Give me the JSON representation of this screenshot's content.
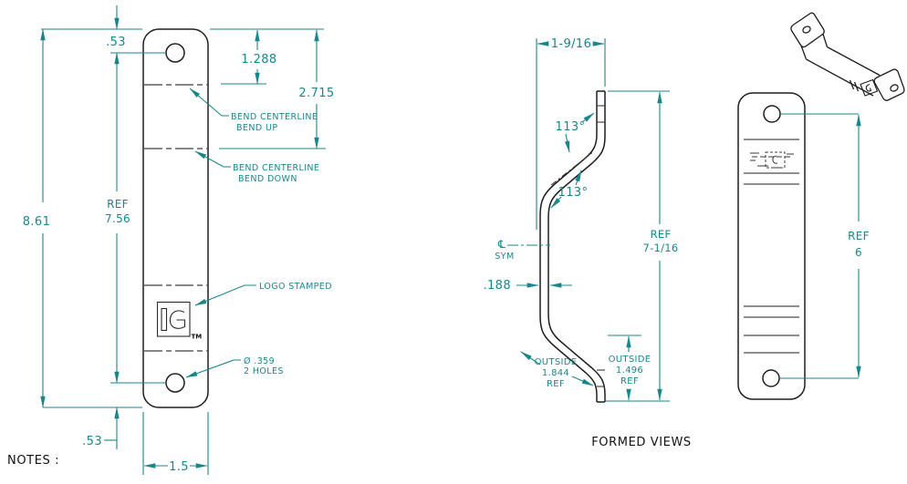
{
  "colors": {
    "dimension_teal": "#19868C",
    "outline_black": "#1E1E1E",
    "bendline_gray": "#3F3F3F",
    "caption_black": "#111111"
  },
  "flat_view": {
    "dim_overall_height": "8.61",
    "dim_top_hole_offset": ".53",
    "dim_bottom_hole_offset": ".53",
    "ref_label": "REF",
    "ref_value": "7.56",
    "dim_top_to_bend1": "1.288",
    "dim_top_to_bend2": "2.715",
    "dim_width": "1.5",
    "callout_bend_up": [
      "BEND CENTERLINE",
      "BEND UP"
    ],
    "callout_bend_down": [
      "BEND CENTERLINE",
      "BEND DOWN"
    ],
    "callout_logo": "LOGO STAMPED",
    "callout_holes": [
      "Ø .359",
      "2 HOLES"
    ],
    "logo_tm": "TM"
  },
  "side_view": {
    "dim_width": "1-9/16",
    "angle_upper": "113°",
    "angle_lower": "113°",
    "centerline_symbol": "℄",
    "sym_label": "SYM",
    "dim_thickness": ".188",
    "outside_left": [
      "OUTSIDE",
      "1.844",
      "REF"
    ],
    "outside_right": [
      "OUTSIDE",
      "1.496",
      "REF"
    ],
    "ref_height": [
      "REF",
      "7-1/16"
    ]
  },
  "front_view": {
    "ref_label": "REF",
    "ref_value": "6"
  },
  "captions": {
    "formed_views": "FORMED VIEWS",
    "notes": "NOTES :"
  }
}
